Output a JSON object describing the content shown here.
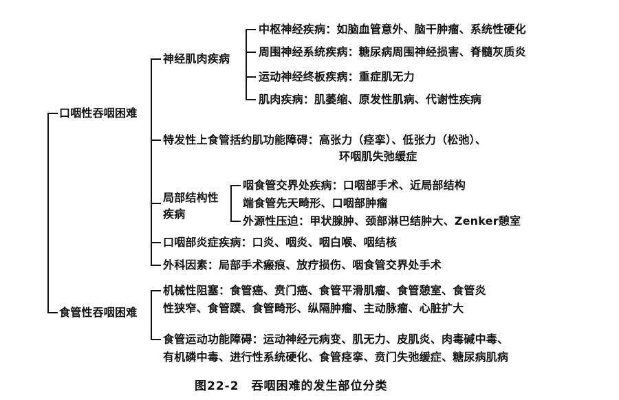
{
  "root": {
    "oral": {
      "title": "口咽性吞咽困难",
      "neuromuscular": {
        "label": "神经肌肉疾病",
        "items": [
          "中枢神经疾病：如脑血管意外、脑干肿瘤、系统性硬化",
          "周围神经系统疾病：糖尿病周围神经损害、脊髓灰质炎",
          "运动神经终板疾病：重症肌无力",
          "肌肉疾病：肌萎缩、原发性肌病、代谢性疾病"
        ]
      },
      "idiopathic": {
        "line1": "特发性上食管括约肌功能障碍：高张力（痉挛）、低张力（松弛）、",
        "line2": "环咽肌失弛缓症"
      },
      "local_structural": {
        "label_line1": "局部结构性",
        "label_line2": "疾病",
        "items": [
          "咽食管交界处疾病：口咽部手术、近局部结构",
          "端食管先天畸形、口咽部肿瘤",
          "外源性压迫：甲状腺肿、颈部淋巴结肿大、Zenker憩室"
        ]
      },
      "inflammatory": "口咽部炎症疾病：口炎、咽炎、咽白喉、咽结核",
      "surgical": "外科因素：局部手术瘢痕、放疗损伤、咽食管交界处手术"
    },
    "esophageal": {
      "title": "食管性吞咽困难",
      "mechanical": {
        "line1": "机械性阻塞：食管癌、贲门癌、食管平滑肌瘤、食管憩室、食管炎",
        "line2": "性狭窄、食管蹼、食管畸形、纵隔肿瘤、主动脉瘤、心脏扩大"
      },
      "motility": {
        "line1": "食管运动功能障碍：运动神经元病变、肌无力、皮肌炎、肉毒碱中毒、",
        "line2": "有机磷中毒、进行性系统硬化、食管痉挛、贲门失弛缓症、糖尿病肌病"
      }
    }
  },
  "caption": "图22-2　吞咽困难的发生部位分类"
}
